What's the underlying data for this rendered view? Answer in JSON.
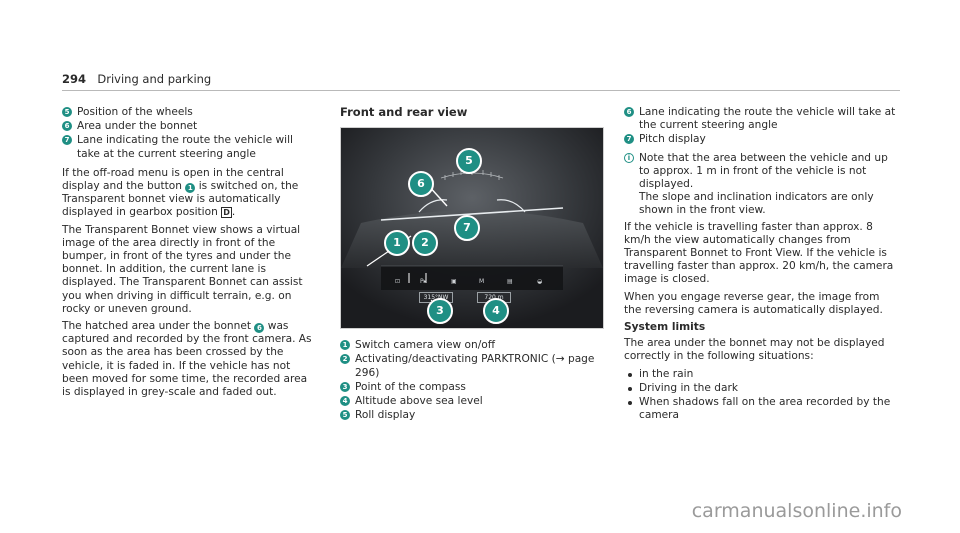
{
  "header": {
    "page_number": "294",
    "section": "Driving and parking"
  },
  "col1": {
    "items": [
      {
        "num": "5",
        "text": "Position of the wheels"
      },
      {
        "num": "6",
        "text": "Area under the bonnet"
      },
      {
        "num": "7",
        "text": "Lane indicating the route the vehicle will take at the current steering angle"
      }
    ],
    "p1_a": "If the off-road menu is open in the central display and the button",
    "p1_num": "1",
    "p1_b": "is switched on, the Transparent bonnet view is automatically displayed in gearbox position",
    "p1_gear": "D",
    "p1_end": ".",
    "p2": "The Transparent Bonnet view shows a virtual image of the area directly in front of the bumper, in front of the tyres and under the bonnet. In addition, the current lane is displayed. The Transparent Bonnet can assist you when driving in difficult terrain, e.g. on rocky or uneven ground.",
    "p3_a": "The hatched area under the bonnet",
    "p3_num": "6",
    "p3_b": "was captured and recorded by the front camera. As soon as the area has been crossed by the vehicle, it is faded in. If the vehicle has not been moved for some time, the recorded area is displayed in grey-scale and faded out."
  },
  "col2": {
    "heading": "Front and rear view",
    "figure": {
      "markers": [
        "5",
        "6",
        "7",
        "1",
        "2",
        "3",
        "4"
      ],
      "hud_buttons": [
        "⊡",
        "P▸",
        "▣",
        "M",
        "▤",
        "◒"
      ],
      "hud_boxes": [
        "315°NW",
        "720 m"
      ]
    },
    "items": [
      {
        "num": "1",
        "text": "Switch camera view on/off"
      },
      {
        "num": "2",
        "text": "Activating/deactivating PARKTRONIC (→ page 296)"
      },
      {
        "num": "3",
        "text": "Point of the compass"
      },
      {
        "num": "4",
        "text": "Altitude above sea level"
      },
      {
        "num": "5",
        "text": "Roll display"
      }
    ]
  },
  "col3": {
    "items": [
      {
        "num": "6",
        "text": "Lane indicating the route the vehicle will take at the current steering angle"
      },
      {
        "num": "7",
        "text": "Pitch display"
      }
    ],
    "note_icon": "i",
    "note": "Note that the area between the vehicle and up to approx. 1 m in front of the vehicle is not displayed.",
    "note2": "The slope and inclination indicators are only shown in the front view.",
    "p1": "If the vehicle is travelling faster than approx. 8 km/h the view automatically changes from Transparent Bonnet to Front View. If the vehicle is travelling faster than approx. 20 km/h, the camera image is closed.",
    "p2": "When you engage reverse gear, the image from the reversing camera is automatically displayed.",
    "heading": "System limits",
    "p3": "The area under the bonnet may not be displayed correctly in the following situations:",
    "bullets": [
      "in the rain",
      "Driving in the dark",
      "When shadows fall on the area recorded by the camera"
    ]
  },
  "footer": {
    "watermark": "carmanualsonline.info"
  },
  "colors": {
    "accent": "#1f8f84",
    "text": "#2a2a2a",
    "rule": "#b9b9b9"
  }
}
